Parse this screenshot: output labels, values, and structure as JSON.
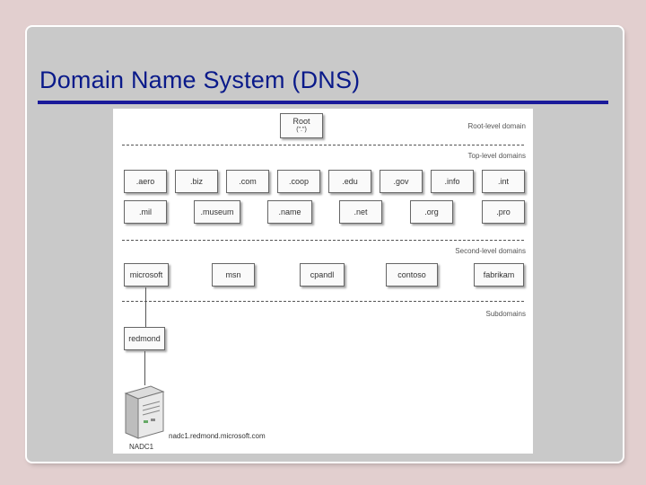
{
  "slide": {
    "title": "Domain Name System (DNS)"
  },
  "diagram": {
    "root": {
      "label": "Root",
      "sub_label": "(\".\")"
    },
    "level_labels": {
      "root": "Root-level domain",
      "top": "Top-level domains",
      "second": "Second-level domains",
      "sub": "Subdomains"
    },
    "tld_row1": [
      ".aero",
      ".biz",
      ".com",
      ".coop",
      ".edu",
      ".gov",
      ".info",
      ".int"
    ],
    "tld_row2": [
      ".mil",
      ".museum",
      ".name",
      ".net",
      ".org",
      ".pro"
    ],
    "second_level": [
      "microsoft",
      "msn",
      "cpandl",
      "contoso",
      "fabrikam"
    ],
    "subdomain": "redmond",
    "server": {
      "fqdn": "nadc1.redmond.microsoft.com",
      "name": "NADC1"
    }
  },
  "colors": {
    "title": "#0a1a8a",
    "title_rule": "#1a1a9a",
    "slide_bg": "#c9c9c9",
    "outer_bg": "#e2cfcf"
  }
}
